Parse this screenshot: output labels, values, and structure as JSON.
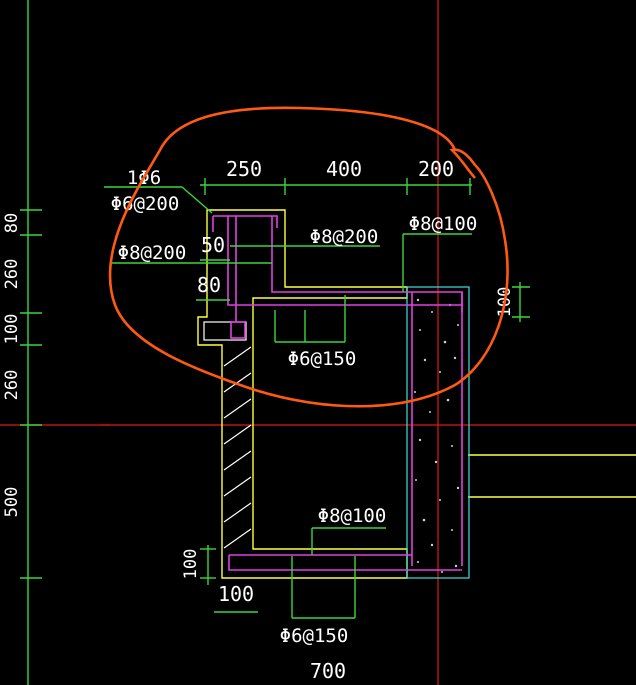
{
  "colors": {
    "background": "#000000",
    "dimension_line": "#3dd63d",
    "concrete_outline": "#ffff40",
    "rebar": "#e040e0",
    "axis": "#e01818",
    "wall": "#40e0e0",
    "markup": "#ff5a14",
    "text": "#ffffff"
  },
  "top_dimensions": [
    "250",
    "400",
    "200"
  ],
  "left_dimensions": [
    "80",
    "260",
    "100",
    "260",
    "500"
  ],
  "dimensions": {
    "d50": "50",
    "d80": "80",
    "d100_right": "100",
    "d100_left": "100",
    "d100_bottom": "100",
    "d700": "700"
  },
  "rebar_labels": {
    "top_1phi6": "1Φ6",
    "stirrup_phi6_200": "Φ6@200",
    "left_phi8_200": "Φ8@200",
    "mid_phi8_200": "Φ8@200",
    "right_phi8_100": "Φ8@100",
    "mid_phi6_150": "Φ6@150",
    "bottom_phi8_100": "Φ8@100",
    "bottom_phi6_150": "Φ6@150"
  },
  "annotation": "orange-freehand-circle"
}
